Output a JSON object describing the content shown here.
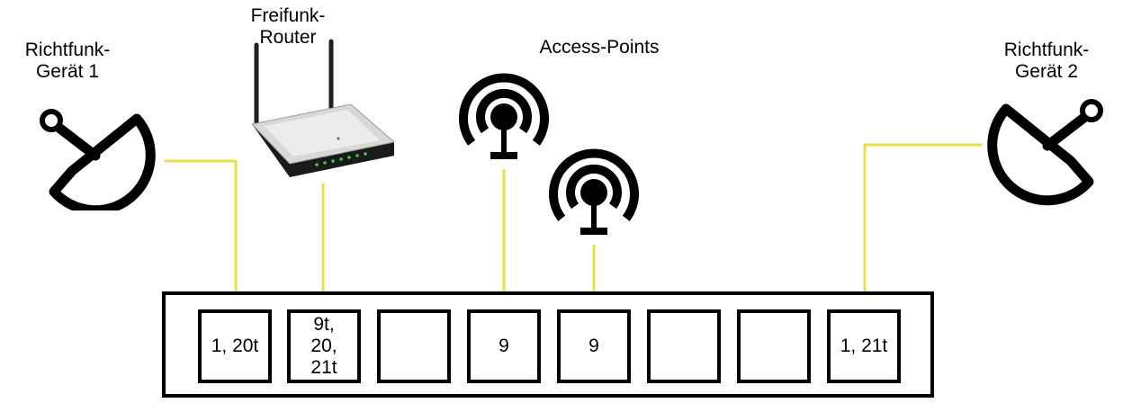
{
  "devices": {
    "richtfunk1": {
      "label_line1": "Richtfunk-",
      "label_line2": "Gerät 1",
      "icon": "satellite-dish-icon"
    },
    "router": {
      "label_line1": "Freifunk-",
      "label_line2": "Router",
      "icon": "wifi-router-icon"
    },
    "access_points": {
      "label": "Access-Points",
      "icon": "wireless-antenna-icon"
    },
    "richtfunk2": {
      "label_line1": "Richtfunk-",
      "label_line2": "Gerät 2",
      "icon": "satellite-dish-icon"
    }
  },
  "switch": {
    "ports": [
      {
        "label": "1, 20t"
      },
      {
        "label": "9t,\n20,\n21t"
      },
      {
        "label": ""
      },
      {
        "label": "9"
      },
      {
        "label": "9"
      },
      {
        "label": ""
      },
      {
        "label": ""
      },
      {
        "label": "1, 21t"
      }
    ]
  },
  "colors": {
    "cable": "#e8e04a",
    "outline": "#000000",
    "led": "#3ec83e"
  }
}
